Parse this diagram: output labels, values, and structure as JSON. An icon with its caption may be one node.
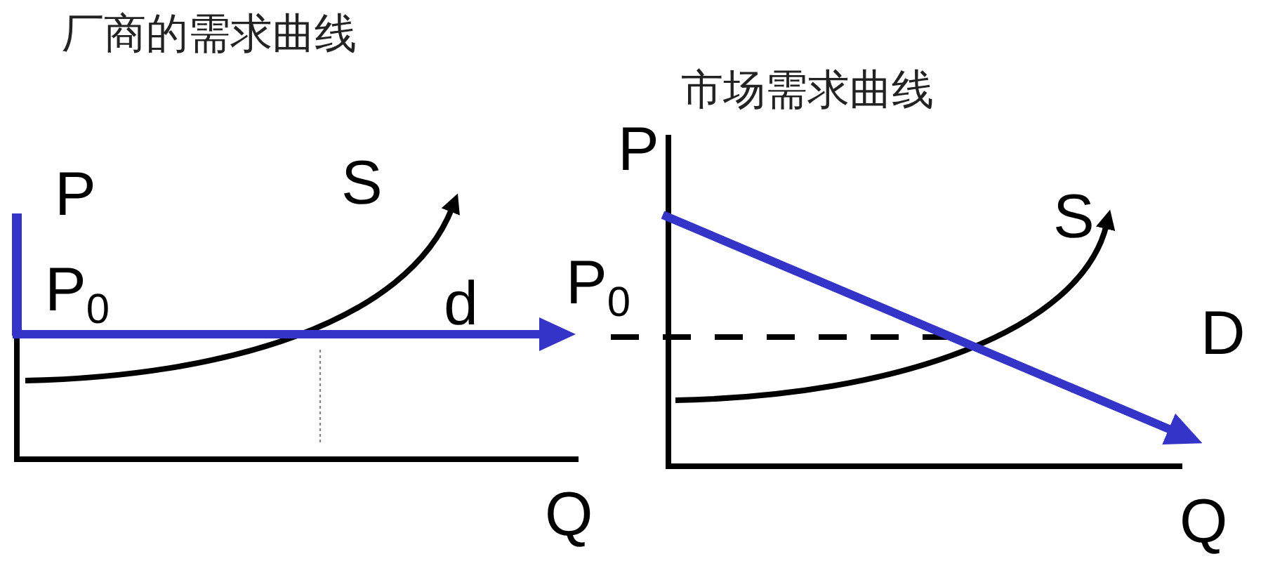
{
  "diagram": {
    "labels": [
      "厂商的需求曲线",
      "P",
      "S",
      "P$_{0}$",
      "d",
      "Q",
      "市场需求曲线",
      "P",
      "S",
      "P$_{0}$",
      "D",
      "Q"
    ]
  }
}
